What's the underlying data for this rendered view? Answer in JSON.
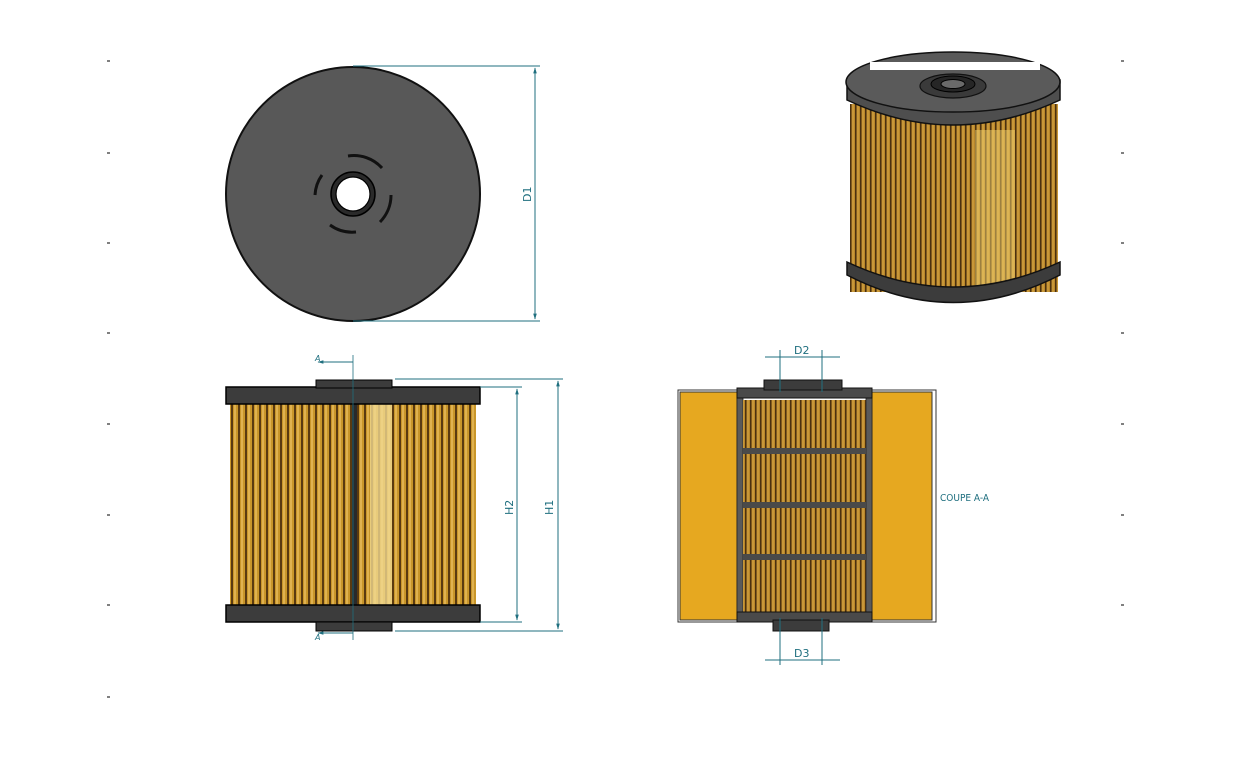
{
  "dimensions": {
    "d1": "D1",
    "d2": "D2",
    "d3": "D3",
    "h1": "H1",
    "h2": "H2"
  },
  "section": {
    "label": "COUPE A-A",
    "cut_marker_top": "A",
    "cut_marker_bottom": "A"
  },
  "colors": {
    "dimension_line": "#1f6f7f",
    "cap_dark": "#4a4a4a",
    "filter_media": "#c9962a",
    "media_light": "#e8b84a",
    "seal_yellow": "#e6a820"
  }
}
